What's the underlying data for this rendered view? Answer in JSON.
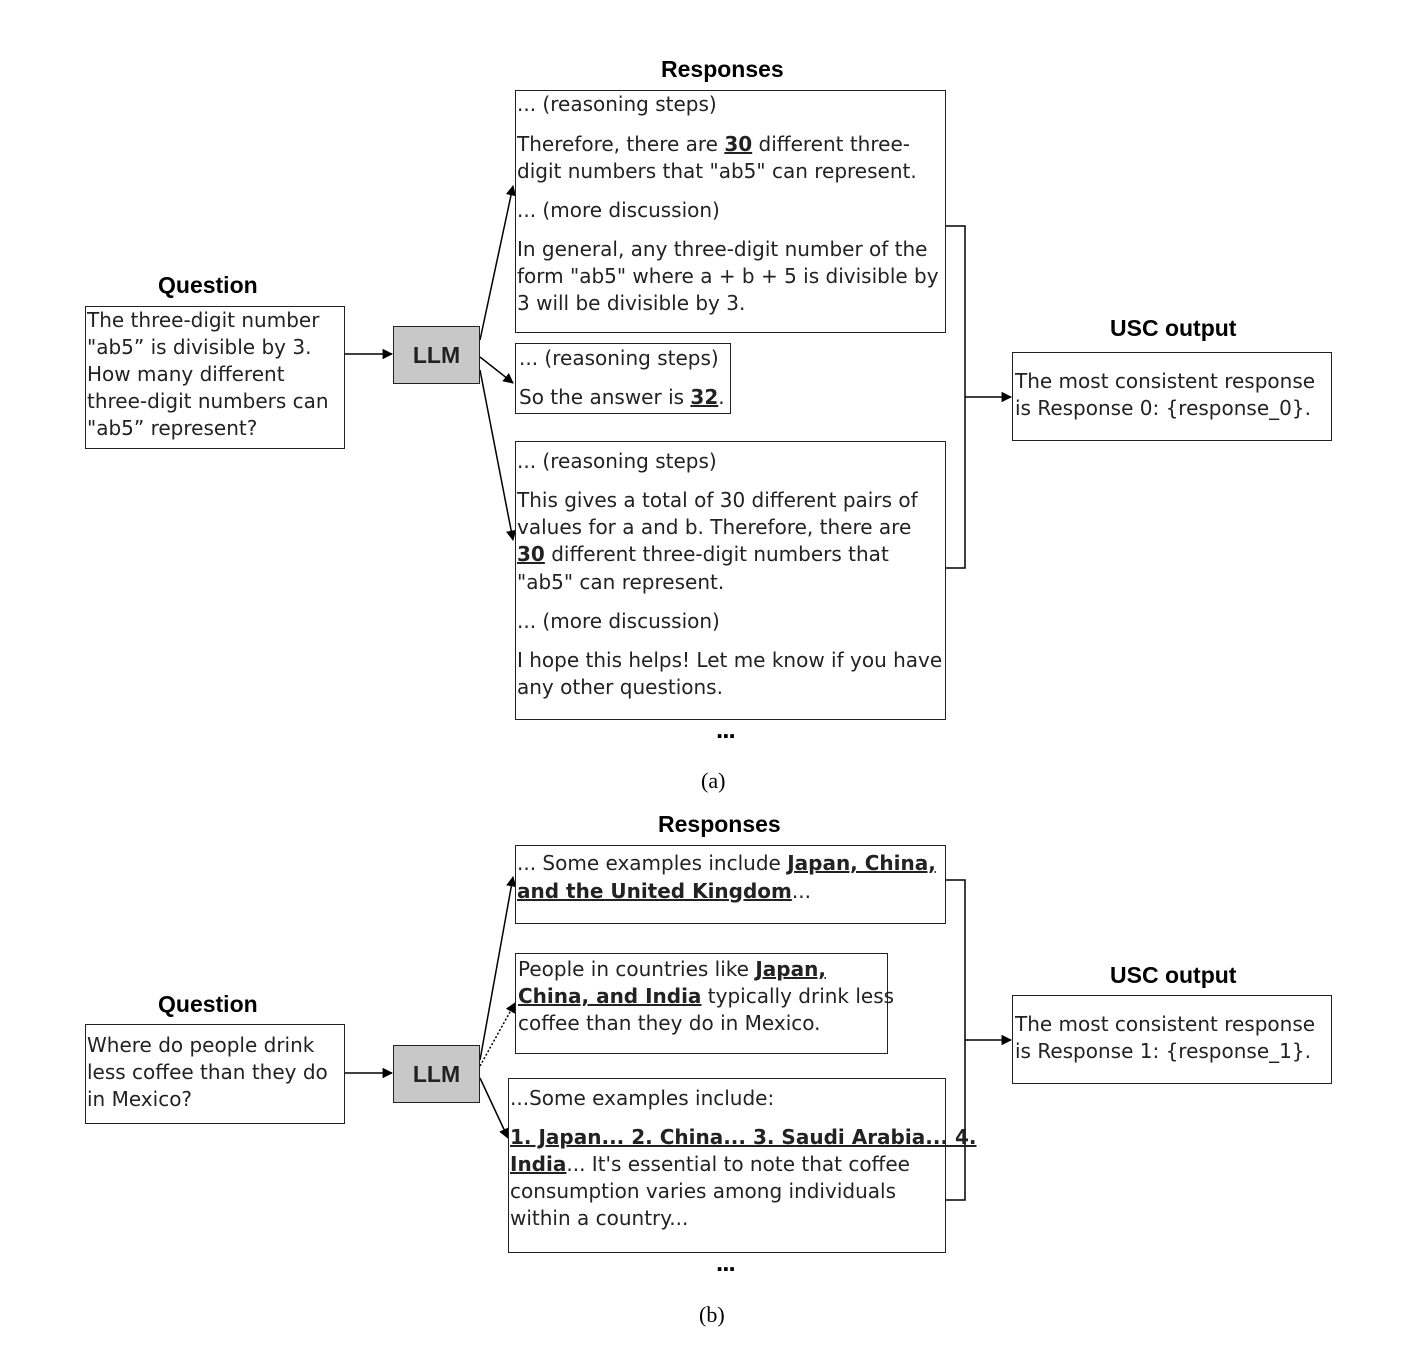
{
  "panel_a": {
    "question_heading": "Question",
    "question_lines": [
      "The three-digit number",
      "\"ab5” is divisible by 3.",
      "How many different",
      "three-digit numbers can",
      "\"ab5” represent?"
    ],
    "llm_label": "LLM",
    "responses_heading": "Responses",
    "response_0": {
      "l1": "... (reasoning steps)",
      "l2_pre": "Therefore, there are ",
      "l2_bold": "30",
      "l2_post": " different three-",
      "l3": "digit numbers that \"ab5\" can represent.",
      "l4": "... (more discussion)",
      "l5": "In general, any three-digit number of the",
      "l6": "form \"ab5\" where a + b + 5 is divisible by",
      "l7": "3 will be divisible by 3."
    },
    "response_1": {
      "l1": "... (reasoning steps)",
      "l2_pre": "So the answer is ",
      "l2_bold": "32",
      "l2_post": "."
    },
    "response_2": {
      "l1": "... (reasoning steps)",
      "l2": "This gives a total of 30 different pairs of",
      "l3": "values for a and b. Therefore, there are",
      "l4_bold": "30",
      "l4_post": " different three-digit numbers that",
      "l5": "\"ab5\" can represent.",
      "l6": "... (more discussion)",
      "l7": "I hope this helps! Let me know if you have",
      "l8": "any other questions."
    },
    "ellipsis": "...",
    "usc_heading": "USC output",
    "usc_lines": [
      "The most consistent response",
      "is Response 0: {response_0}."
    ],
    "caption": "(a)"
  },
  "panel_b": {
    "question_heading": "Question",
    "question_lines": [
      "Where do people drink",
      "less coffee than they do",
      "in Mexico?"
    ],
    "llm_label": "LLM",
    "responses_heading": "Responses",
    "response_0": {
      "l1_pre": "... Some examples include ",
      "l1_bold": "Japan, China,",
      "l2_bold": "and the United Kingdom",
      "l2_post": "..."
    },
    "response_1": {
      "l1_pre": "People in countries like ",
      "l1_bold": "Japan,",
      "l2_bold": "China, and India",
      "l2_post": " typically drink less",
      "l3": "coffee than they do in Mexico."
    },
    "response_2": {
      "l1": "...Some examples include:",
      "l2_bold": "1. Japan... 2. China... 3. Saudi Arabia... 4.",
      "l3_bold": "India",
      "l3_post": "... It's essential to note that coffee",
      "l4": "consumption varies among individuals",
      "l5": "within a country..."
    },
    "ellipsis": "...",
    "usc_heading": "USC output",
    "usc_lines": [
      "The most consistent response",
      "is Response 1: {response_1}."
    ],
    "caption": "(b)"
  }
}
